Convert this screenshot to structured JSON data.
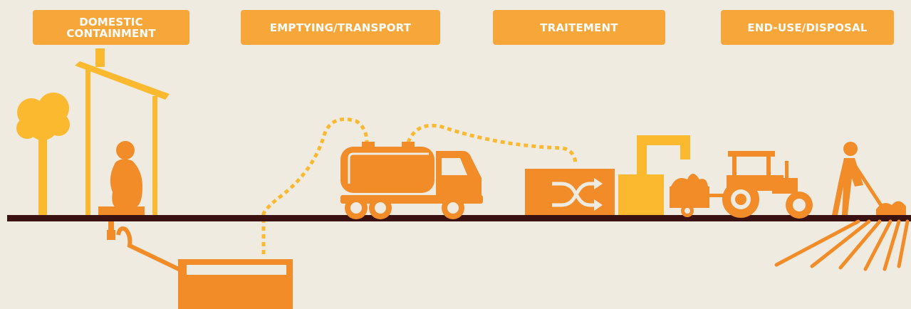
{
  "stages": [
    {
      "label": "DOMESTIC\nCONTAINMENT"
    },
    {
      "label": "EMPTYING/TRANSPORT"
    },
    {
      "label": "TRAITEMENT"
    },
    {
      "label": "END-USE/DISPOSAL"
    }
  ],
  "colors": {
    "background": "#efebe1",
    "label_box": "#f7a63a",
    "orange": "#f28c28",
    "yellow": "#fbb930",
    "ground": "#3a1212"
  },
  "icons": [
    "tree-icon",
    "latrine-house-icon",
    "squatting-person-icon",
    "pit-tank-icon",
    "vacuum-truck-icon",
    "treatment-mixer-icon",
    "storage-tank-icon",
    "trailer-icon",
    "tractor-icon",
    "farmer-spreading-icon"
  ]
}
